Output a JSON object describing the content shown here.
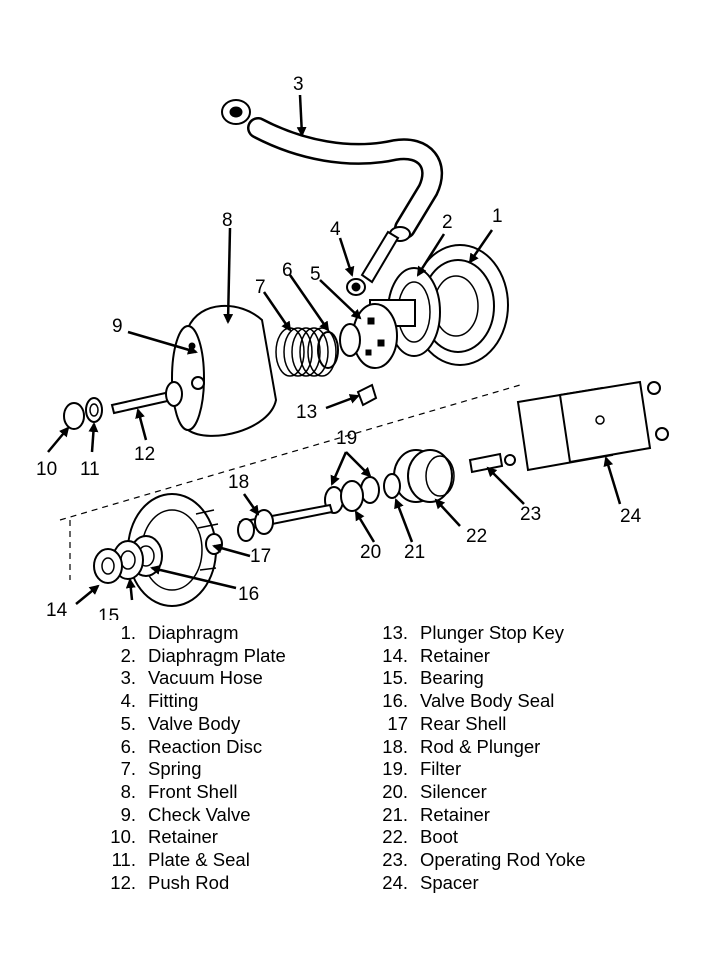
{
  "callouts": [
    "1",
    "2",
    "3",
    "4",
    "5",
    "6",
    "7",
    "8",
    "9",
    "10",
    "11",
    "12",
    "13",
    "14",
    "15",
    "16",
    "17",
    "18",
    "19",
    "20",
    "21",
    "22",
    "23",
    "24"
  ],
  "legend_left": [
    {
      "num": "1.",
      "label": "Diaphragm"
    },
    {
      "num": "2.",
      "label": "Diaphragm Plate"
    },
    {
      "num": "3.",
      "label": "Vacuum Hose"
    },
    {
      "num": "4.",
      "label": "Fitting"
    },
    {
      "num": "5.",
      "label": "Valve Body"
    },
    {
      "num": "6.",
      "label": "Reaction Disc"
    },
    {
      "num": "7.",
      "label": "Spring"
    },
    {
      "num": "8.",
      "label": "Front Shell"
    },
    {
      "num": "9.",
      "label": "Check Valve"
    },
    {
      "num": "10.",
      "label": "Retainer"
    },
    {
      "num": "11.",
      "label": "Plate & Seal"
    },
    {
      "num": "12.",
      "label": "Push Rod"
    }
  ],
  "legend_right": [
    {
      "num": "13.",
      "label": "Plunger Stop Key"
    },
    {
      "num": "14.",
      "label": "Retainer"
    },
    {
      "num": "15.",
      "label": "Bearing"
    },
    {
      "num": "16.",
      "label": "Valve Body Seal"
    },
    {
      "num": "17",
      "label": "Rear Shell"
    },
    {
      "num": "18.",
      "label": "Rod & Plunger"
    },
    {
      "num": "19.",
      "label": "Filter"
    },
    {
      "num": "20.",
      "label": "Silencer"
    },
    {
      "num": "21.",
      "label": "Retainer"
    },
    {
      "num": "22.",
      "label": "Boot"
    },
    {
      "num": "23.",
      "label": "Operating Rod Yoke"
    },
    {
      "num": "24.",
      "label": "Spacer"
    }
  ]
}
